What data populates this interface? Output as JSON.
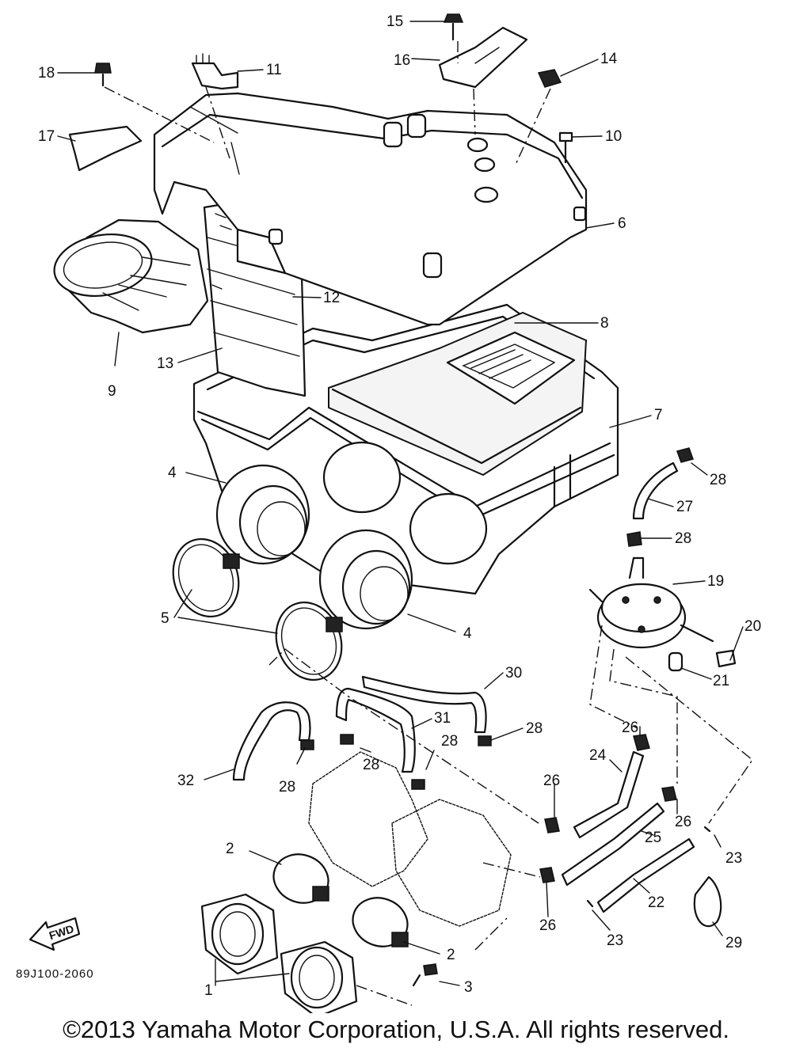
{
  "diagram": {
    "callouts": [
      {
        "id": "c15",
        "text": "15"
      },
      {
        "id": "c16",
        "text": "16"
      },
      {
        "id": "c14",
        "text": "14"
      },
      {
        "id": "c18",
        "text": "18"
      },
      {
        "id": "c11",
        "text": "11"
      },
      {
        "id": "c17",
        "text": "17"
      },
      {
        "id": "c10",
        "text": "10"
      },
      {
        "id": "c6",
        "text": "6"
      },
      {
        "id": "c12",
        "text": "12"
      },
      {
        "id": "c8",
        "text": "8"
      },
      {
        "id": "c13",
        "text": "13"
      },
      {
        "id": "c9",
        "text": "9"
      },
      {
        "id": "c7",
        "text": "7"
      },
      {
        "id": "c28a",
        "text": "28"
      },
      {
        "id": "c4a",
        "text": "4"
      },
      {
        "id": "c27",
        "text": "27"
      },
      {
        "id": "c28b",
        "text": "28"
      },
      {
        "id": "c19",
        "text": "19"
      },
      {
        "id": "c5",
        "text": "5"
      },
      {
        "id": "c4b",
        "text": "4"
      },
      {
        "id": "c20",
        "text": "20"
      },
      {
        "id": "c21",
        "text": "21"
      },
      {
        "id": "c30",
        "text": "30"
      },
      {
        "id": "c31",
        "text": "31"
      },
      {
        "id": "c28c",
        "text": "28"
      },
      {
        "id": "c26a",
        "text": "26"
      },
      {
        "id": "c28d",
        "text": "28"
      },
      {
        "id": "c32",
        "text": "32"
      },
      {
        "id": "c28e",
        "text": "28"
      },
      {
        "id": "c28f",
        "text": "28"
      },
      {
        "id": "c24",
        "text": "24"
      },
      {
        "id": "c26b",
        "text": "26"
      },
      {
        "id": "c26c",
        "text": "26"
      },
      {
        "id": "c25",
        "text": "25"
      },
      {
        "id": "c23a",
        "text": "23"
      },
      {
        "id": "c2a",
        "text": "2"
      },
      {
        "id": "c22",
        "text": "22"
      },
      {
        "id": "c26d",
        "text": "26"
      },
      {
        "id": "c23b",
        "text": "23"
      },
      {
        "id": "c29",
        "text": "29"
      },
      {
        "id": "c2b",
        "text": "2"
      },
      {
        "id": "c1",
        "text": "1"
      },
      {
        "id": "c3",
        "text": "3"
      }
    ],
    "fwd_label": "FWD",
    "drawing_number": "89J100-2060"
  },
  "footer": {
    "copyright": "©2013 Yamaha Motor Corporation, U.S.A. All rights reserved."
  }
}
